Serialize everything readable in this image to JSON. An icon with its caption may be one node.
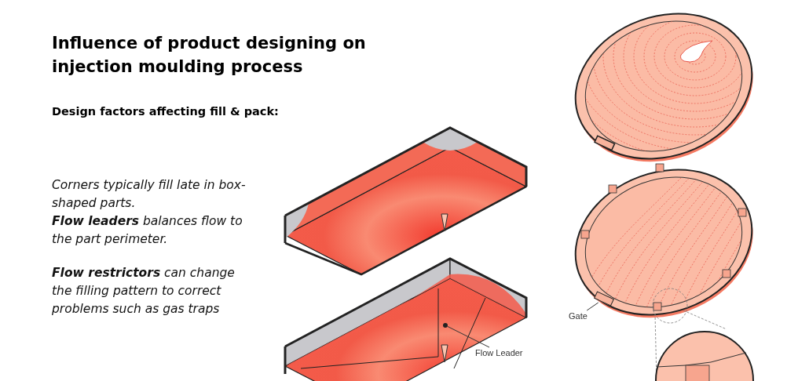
{
  "diagram": {
    "title": "Influence of product designing on injection moulding process",
    "nodes": [
      {
        "text": [
          "Flow Leader"
        ]
      },
      {
        "text": [],
        "shape": "circle"
      },
      {
        "text": [
          "Gate"
        ]
      },
      {
        "text": [],
        "shape": "box"
      }
    ],
    "edges": [
      {
        "from": 0,
        "to": 1,
        "arrow": "none"
      },
      {
        "from": 2,
        "to": 3,
        "arrow": "none"
      }
    ],
    "labels": [
      "Design factors affecting fill & pack:",
      "Corners typically fill late in box-shaped parts.",
      "**Flow leaders** balances flow to the part perimeter.",
      "**Flow restrictors** can change the filling pattern to correct problems such as gas traps"
    ]
  }
}
